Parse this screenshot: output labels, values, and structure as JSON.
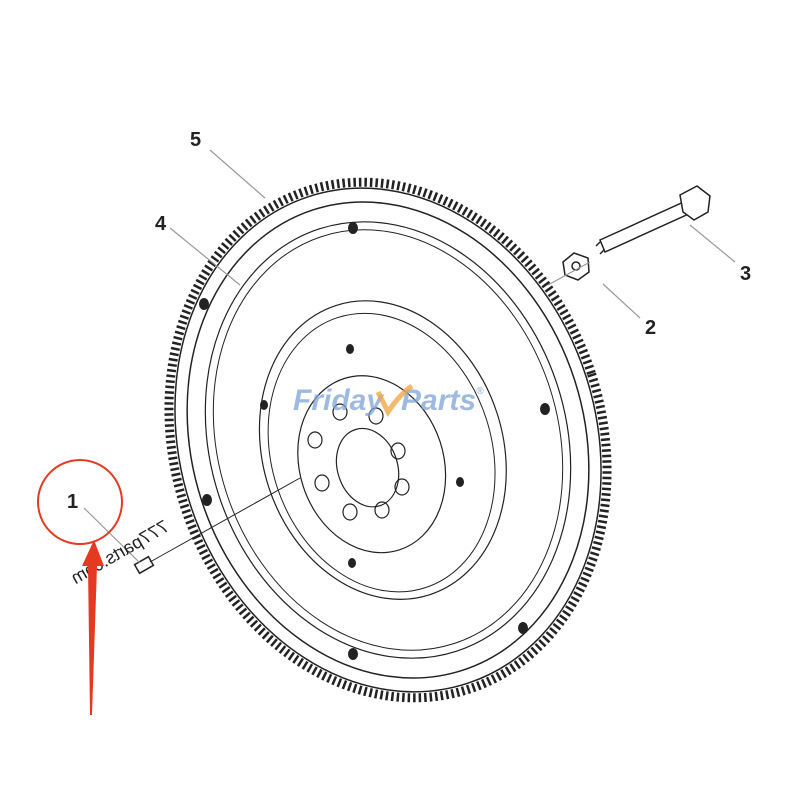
{
  "diagram": {
    "parts": [
      {
        "number": "1"
      },
      {
        "number": "2"
      },
      {
        "number": "3"
      },
      {
        "number": "4"
      },
      {
        "number": "5"
      }
    ],
    "highlighted_part": "1",
    "highlight_color": "#e53a22",
    "watermark": {
      "brand_a": "Friday",
      "brand_b": "Parts",
      "mark": "®",
      "brand_color": "#7fa3d6",
      "accent_color": "#f0a848"
    },
    "mirrored_watermark": "777parts.com"
  }
}
